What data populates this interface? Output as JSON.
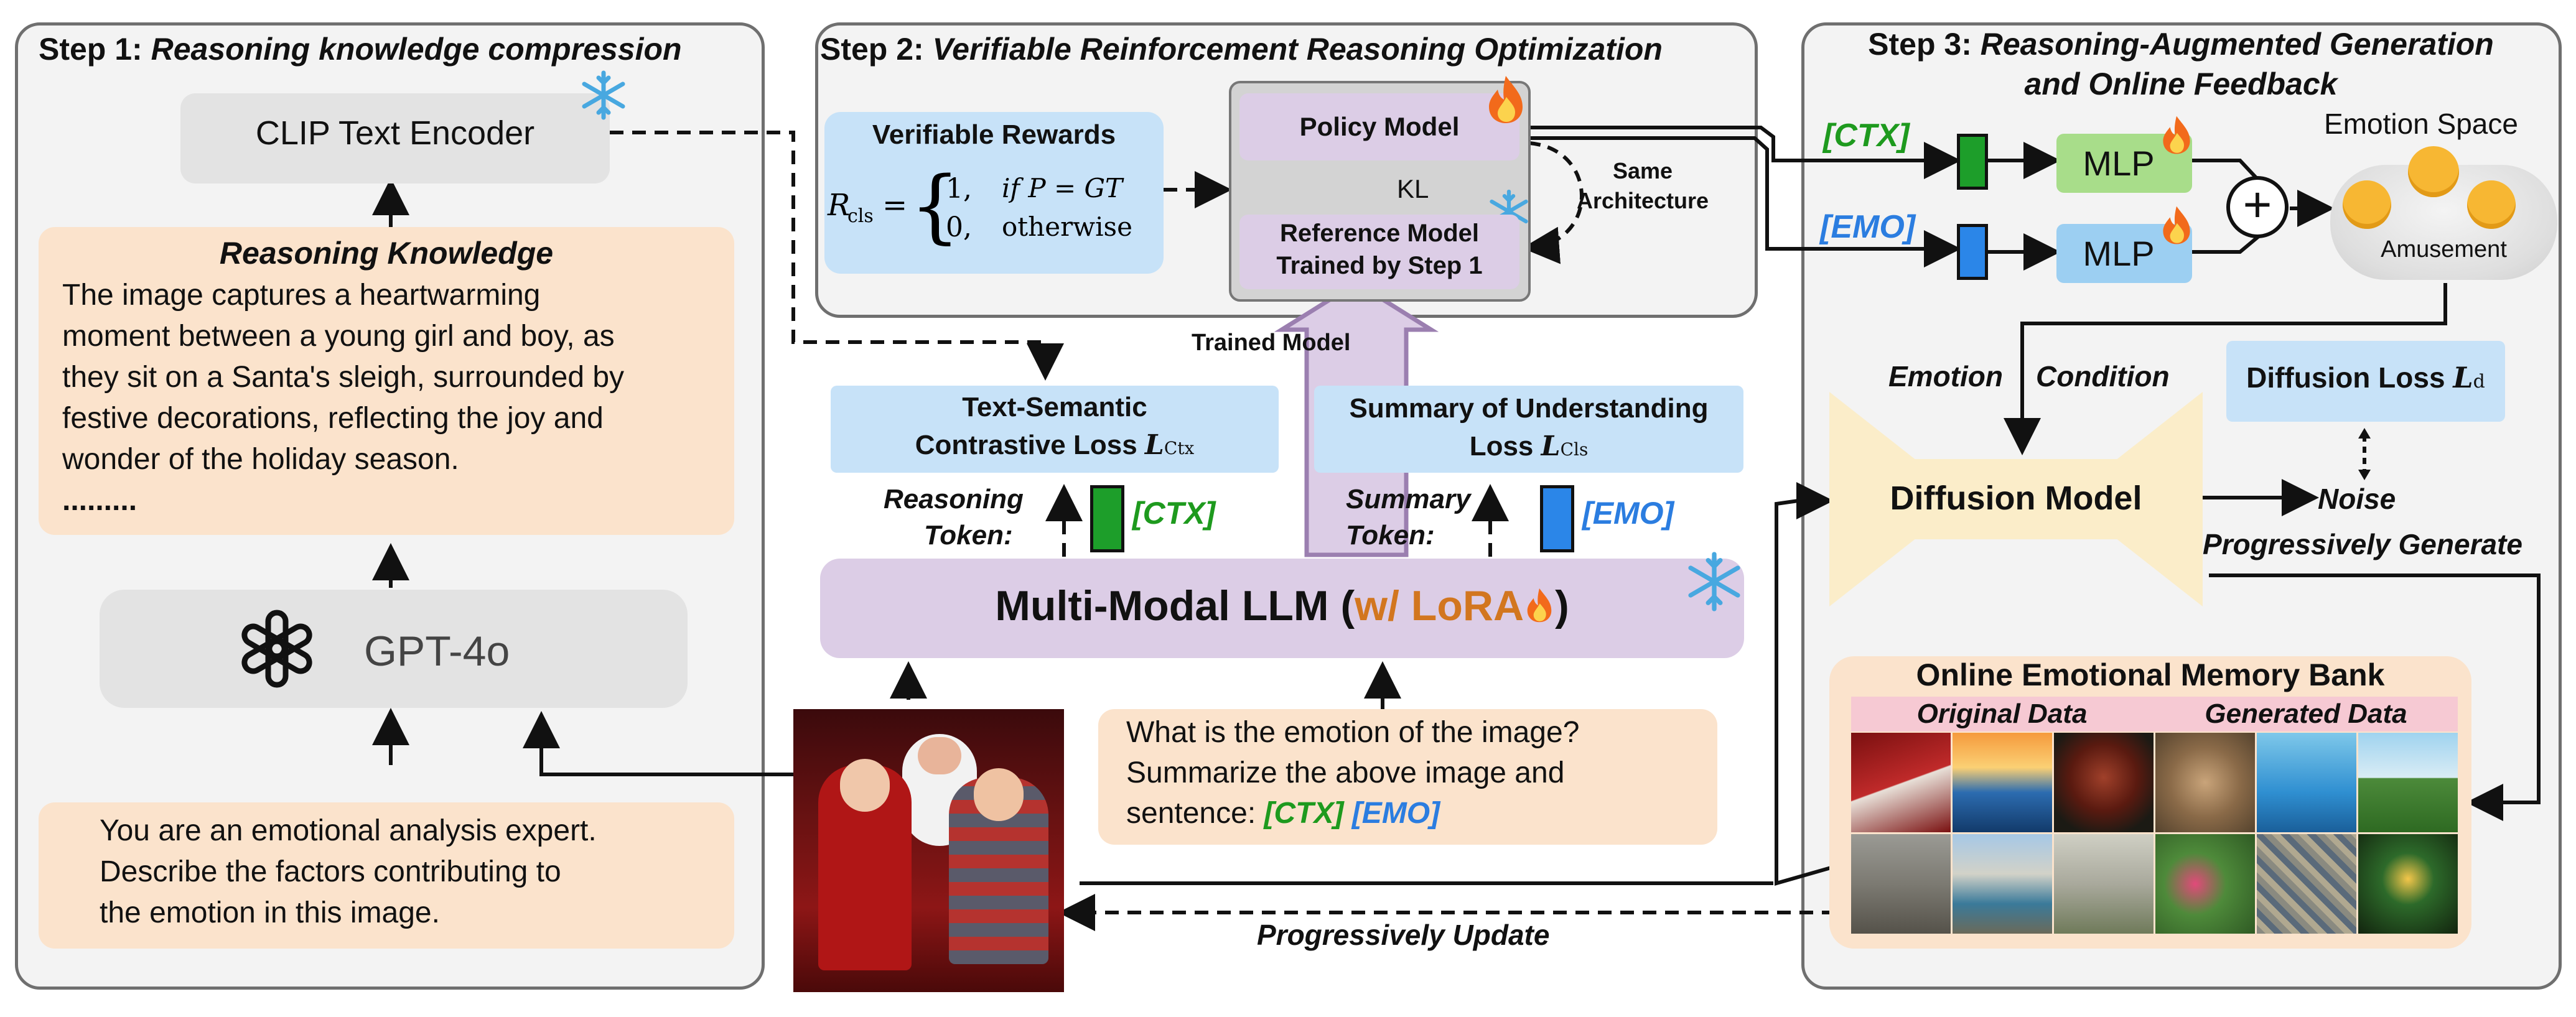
{
  "step1": {
    "title_prefix": "Step 1:",
    "title_rest": "Reasoning knowledge compression",
    "clip_encoder": "CLIP Text Encoder",
    "knowledge_title": "Reasoning Knowledge",
    "knowledge_lines": [
      "The image captures a heartwarming",
      "moment between a young girl and boy, as",
      "they sit on a Santa's sleigh, surrounded by",
      "festive decorations, reflecting the joy and",
      "wonder of the holiday season.",
      "........."
    ],
    "gpt_label": "GPT-4o",
    "prompt_lines": [
      "You are an emotional analysis expert.",
      "Describe the factors contributing to",
      "the emotion in this image."
    ]
  },
  "step2": {
    "title_prefix": "Step 2:",
    "title_rest": "Verifiable Reinforcement Reasoning Optimization",
    "rewards_title": "Verifiable Rewards",
    "reward_lhs": "R",
    "reward_sub": "cls",
    "reward_eq": "=",
    "reward_case1_val": "1,",
    "reward_case1_cond": "if P = GT",
    "reward_case2_val": "0,",
    "reward_case2_cond": "otherwise",
    "policy_model": "Policy Model",
    "kl_label": "KL",
    "ref_model_line1": "Reference Model",
    "ref_model_line2": "Trained by Step 1",
    "same_arch_line1": "Same",
    "same_arch_line2": "Architecture"
  },
  "step3": {
    "title_prefix": "Step 3:",
    "title_rest_line1": "Reasoning-Augmented Generation",
    "title_rest_line2": "and Online Feedback",
    "ctx_token": "[CTX]",
    "emo_token": "[EMO]",
    "mlp_label": "MLP",
    "plus_symbol": "+",
    "emotion_space": "Emotion Space",
    "amusement": "Amusement",
    "emotion_condition_a": "Emotion",
    "emotion_condition_b": "Condition",
    "diffusion_loss": "Diffusion Loss",
    "diffusion_loss_sym": "L",
    "diffusion_loss_sub": "d",
    "diffusion_model": "Diffusion Model",
    "noise": "Noise",
    "progressively_generate": "Progressively Generate",
    "memory_bank_title": "Online Emotional Memory Bank",
    "original_data": "Original Data",
    "generated_data": "Generated  Data"
  },
  "middle": {
    "trained_model": "Trained Model",
    "ts_loss_line1": "Text-Semantic",
    "ts_loss_line2": "Contrastive Loss",
    "ts_loss_sym": "L",
    "ts_loss_sub": "Ctx",
    "su_loss_line1": "Summary of Understanding",
    "su_loss_line2": "Loss",
    "su_loss_sym": "L",
    "su_loss_sub": "Cls",
    "reasoning_token_line1": "Reasoning",
    "reasoning_token_line2": "Token:",
    "summary_token_line1": "Summary",
    "summary_token_line2": "Token:",
    "ctx_token": "[CTX]",
    "emo_token": "[EMO]",
    "llm_label": "Multi-Modal LLM (",
    "llm_lora": "w/ LoRA",
    "llm_close": ")",
    "question_line1": "What is the emotion of the image?",
    "question_line2": "Summarize the above image and",
    "question_line3_prefix": "sentence:",
    "question_ctx": "[CTX]",
    "question_emo": "[EMO]",
    "progressively_update": "Progressively Update"
  },
  "colors": {
    "peach": "#fbe3cc",
    "grey_box": "#e3e3e3",
    "blue_box": "#c7e2f8",
    "purple_box": "#dccde6",
    "ctx_green": "#1e9a1e",
    "emo_blue": "#2b7de0",
    "lora_orange": "#d2761f",
    "token_green": "#1d9e2a",
    "token_blue": "#2b86e8",
    "diffusion_fill": "#fbedc9",
    "memory_bank": "#fbe3cc",
    "memory_header": "#f6c9d3"
  },
  "icons": [
    "snowflake-icon",
    "fire-icon",
    "openai-logo-icon",
    "face-icon"
  ]
}
